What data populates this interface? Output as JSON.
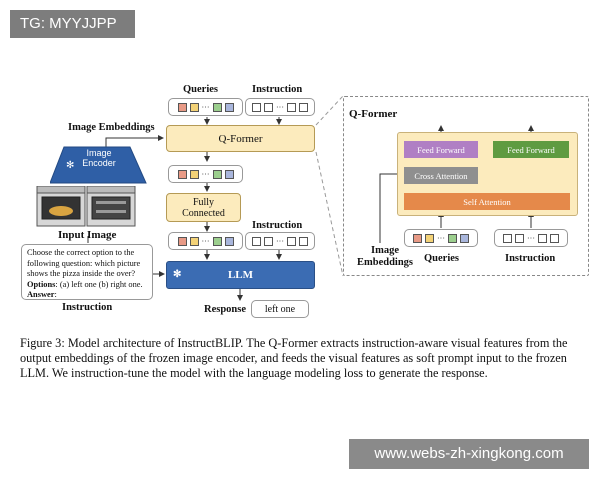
{
  "watermarks": {
    "top_left": "TG: MYYJJPP",
    "bottom_right": "www.webs-zh-xingkong.com"
  },
  "main_diagram": {
    "queries_label": "Queries",
    "instruction_label_top": "Instruction",
    "image_embeddings_label": "Image Embeddings",
    "qformer_label": "Q-Former",
    "fc_label_line1": "Fully",
    "fc_label_line2": "Connected",
    "instruction_label_mid": "Instruction",
    "llm_label": "LLM",
    "response_label": "Response",
    "response_value": "left one",
    "image_encoder_line1": "Image",
    "image_encoder_line2": "Encoder",
    "input_image_label": "Input Image",
    "instruction_text_line1": "Choose the correct option to the",
    "instruction_text_line2": "following question: which picture",
    "instruction_text_line3": "shows the pizza inside the over?",
    "options_label": "Options",
    "options_text": ": (a) left one (b) right one.",
    "answer_label": "Answer",
    "answer_colon": ":",
    "instruction_bottom_label": "Instruction"
  },
  "qformer_panel": {
    "title": "Q-Former",
    "feed_forward_left": "Feed Forward",
    "feed_forward_right": "Feed Forward",
    "cross_attention": "Cross Attention",
    "self_attention": "Self Attention",
    "image_embeddings_line1": "Image",
    "image_embeddings_line2": "Embeddings",
    "queries_label": "Queries",
    "instruction_label": "Instruction"
  },
  "query_token_colors": [
    "#e89a86",
    "#f3d277",
    "#9ccf8e",
    "#a9b6dc"
  ],
  "caption": {
    "text": "Figure 3: Model architecture of InstructBLIP. The Q-Former extracts instruction-aware visual features from the output embeddings of the frozen image encoder, and feeds the visual features as soft prompt input to the frozen LLM. We instruction-tune the model with the language modeling loss to generate the response."
  }
}
